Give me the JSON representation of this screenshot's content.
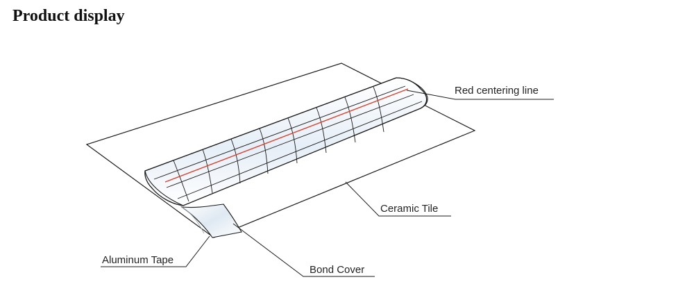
{
  "page": {
    "title": "Product display"
  },
  "labels": {
    "red_centering_line": "Red centering line",
    "ceramic_tile": "Ceramic Tile",
    "aluminum_tape": "Aluminum Tape",
    "bond_cover": "Bond Cover"
  },
  "colors": {
    "centering_line": "#d9412e",
    "outline": "#1a1a1a",
    "tile_fill": "#f3f7fb",
    "tile_shade": "#dfe9f3"
  }
}
